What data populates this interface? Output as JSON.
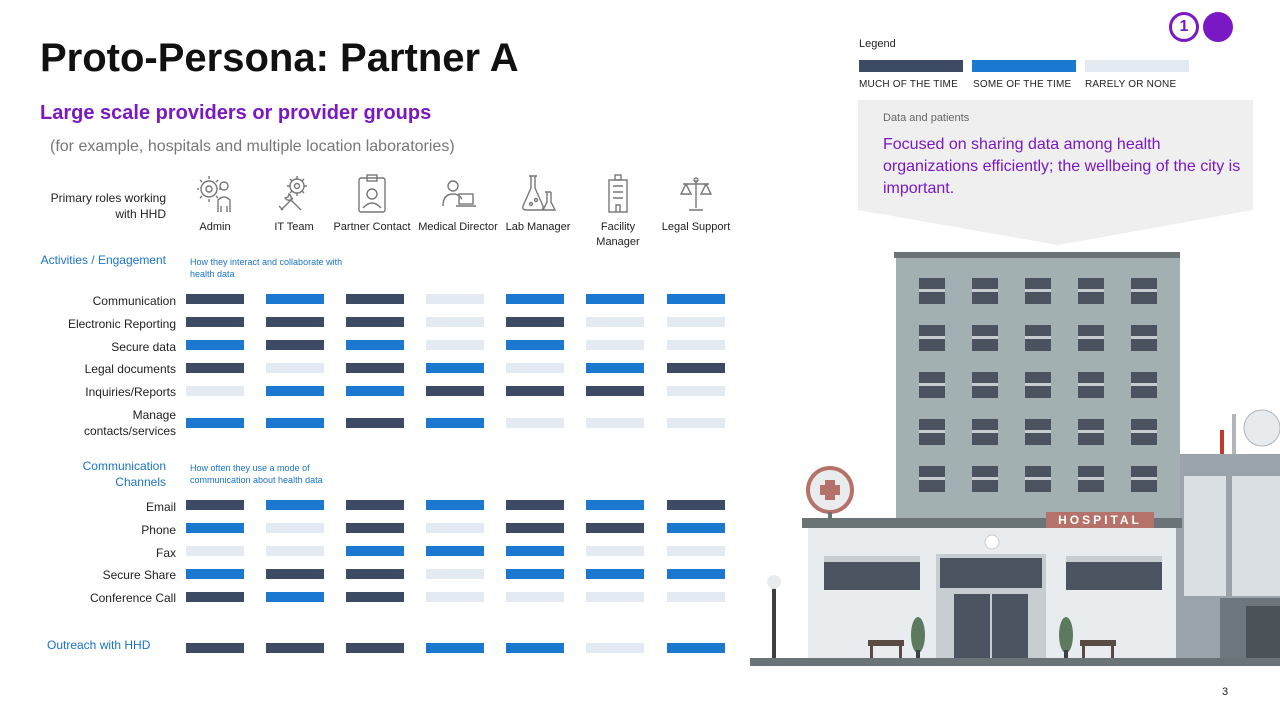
{
  "title": "Proto-Persona: Partner A",
  "subtitle": "Large scale providers or provider groups",
  "example": "(for example, hospitals and multiple location laboratories)",
  "badge_number": "1",
  "page_number": "3",
  "colors": {
    "much": "#3d4a63",
    "some": "#1a78d0",
    "rarely": "#e4eaf2",
    "accent": "#7a18c4",
    "section": "#1a73c8"
  },
  "legend": {
    "title": "Legend",
    "items": [
      {
        "key": "much",
        "label": "MUCH OF THE TIME"
      },
      {
        "key": "some",
        "label": "SOME OF THE TIME"
      },
      {
        "key": "rarely",
        "label": "RARELY OR NONE"
      }
    ]
  },
  "callout": {
    "heading": "Data and patients",
    "text": "Focused on sharing data among health organizations efficiently; the wellbeing of the city is important."
  },
  "hospital_sign": "HOSPITAL",
  "roles_label": "Primary roles working with HHD",
  "roles": [
    {
      "label": "Admin",
      "icon": "admin-gear-person-icon"
    },
    {
      "label": "IT Team",
      "icon": "it-tools-icon"
    },
    {
      "label": "Partner Contact",
      "icon": "contact-badge-icon"
    },
    {
      "label": "Medical Director",
      "icon": "medical-director-icon"
    },
    {
      "label": "Lab Manager",
      "icon": "lab-flask-icon"
    },
    {
      "label": "Facility Manager",
      "icon": "building-icon"
    },
    {
      "label": "Legal Support",
      "icon": "scales-icon"
    }
  ],
  "sections": [
    {
      "label": "Activities / Engagement",
      "description": "How they interact and collaborate with health data",
      "rows": [
        {
          "label": "Communication",
          "values": [
            "much",
            "some",
            "much",
            "rarely",
            "some",
            "some",
            "some"
          ]
        },
        {
          "label": "Electronic Reporting",
          "values": [
            "much",
            "much",
            "much",
            "rarely",
            "much",
            "rarely",
            "rarely"
          ]
        },
        {
          "label": "Secure data",
          "values": [
            "some",
            "much",
            "some",
            "rarely",
            "some",
            "rarely",
            "rarely"
          ]
        },
        {
          "label": "Legal documents",
          "values": [
            "much",
            "rarely",
            "much",
            "some",
            "rarely",
            "some",
            "much"
          ]
        },
        {
          "label": "Inquiries/Reports",
          "values": [
            "rarely",
            "some",
            "some",
            "much",
            "much",
            "much",
            "rarely"
          ]
        },
        {
          "label": "Manage contacts/services",
          "values": [
            "some",
            "some",
            "much",
            "some",
            "rarely",
            "rarely",
            "rarely"
          ]
        }
      ]
    },
    {
      "label": "Communication Channels",
      "description": "How often they use a mode of communication about health data",
      "rows": [
        {
          "label": "Email",
          "values": [
            "much",
            "some",
            "much",
            "some",
            "much",
            "some",
            "much"
          ]
        },
        {
          "label": "Phone",
          "values": [
            "some",
            "rarely",
            "much",
            "rarely",
            "much",
            "much",
            "some"
          ]
        },
        {
          "label": "Fax",
          "values": [
            "rarely",
            "rarely",
            "some",
            "some",
            "some",
            "rarely",
            "rarely"
          ]
        },
        {
          "label": "Secure Share",
          "values": [
            "some",
            "much",
            "much",
            "rarely",
            "some",
            "some",
            "some"
          ]
        },
        {
          "label": "Conference Call",
          "values": [
            "much",
            "some",
            "much",
            "rarely",
            "rarely",
            "rarely",
            "rarely"
          ]
        }
      ]
    }
  ],
  "outreach": {
    "label": "Outreach with HHD",
    "values": [
      "much",
      "much",
      "much",
      "some",
      "some",
      "rarely",
      "some"
    ]
  }
}
